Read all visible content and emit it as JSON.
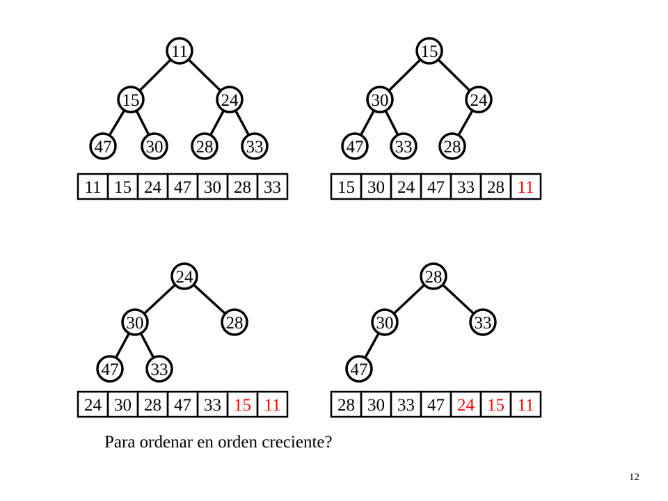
{
  "colors": {
    "normal": "#000000",
    "sorted": "#ff0000"
  },
  "heaps": [
    {
      "nodes": [
        "11",
        "15",
        "24",
        "47",
        "30",
        "28",
        "33"
      ],
      "array": [
        {
          "v": "11",
          "sorted": false
        },
        {
          "v": "15",
          "sorted": false
        },
        {
          "v": "24",
          "sorted": false
        },
        {
          "v": "47",
          "sorted": false
        },
        {
          "v": "30",
          "sorted": false
        },
        {
          "v": "28",
          "sorted": false
        },
        {
          "v": "33",
          "sorted": false
        }
      ]
    },
    {
      "nodes": [
        "15",
        "30",
        "24",
        "47",
        "33",
        "28"
      ],
      "array": [
        {
          "v": "15",
          "sorted": false
        },
        {
          "v": "30",
          "sorted": false
        },
        {
          "v": "24",
          "sorted": false
        },
        {
          "v": "47",
          "sorted": false
        },
        {
          "v": "33",
          "sorted": false
        },
        {
          "v": "28",
          "sorted": false
        },
        {
          "v": "11",
          "sorted": true
        }
      ]
    },
    {
      "nodes": [
        "24",
        "30",
        "28",
        "47",
        "33"
      ],
      "array": [
        {
          "v": "24",
          "sorted": false
        },
        {
          "v": "30",
          "sorted": false
        },
        {
          "v": "28",
          "sorted": false
        },
        {
          "v": "47",
          "sorted": false
        },
        {
          "v": "33",
          "sorted": false
        },
        {
          "v": "15",
          "sorted": true
        },
        {
          "v": "11",
          "sorted": true
        }
      ]
    },
    {
      "nodes": [
        "28",
        "30",
        "33",
        "47"
      ],
      "array": [
        {
          "v": "28",
          "sorted": false
        },
        {
          "v": "30",
          "sorted": false
        },
        {
          "v": "33",
          "sorted": false
        },
        {
          "v": "47",
          "sorted": false
        },
        {
          "v": "24",
          "sorted": true
        },
        {
          "v": "15",
          "sorted": true
        },
        {
          "v": "11",
          "sorted": true
        }
      ]
    }
  ],
  "caption": "Para ordenar en orden creciente?",
  "page_number": "12"
}
